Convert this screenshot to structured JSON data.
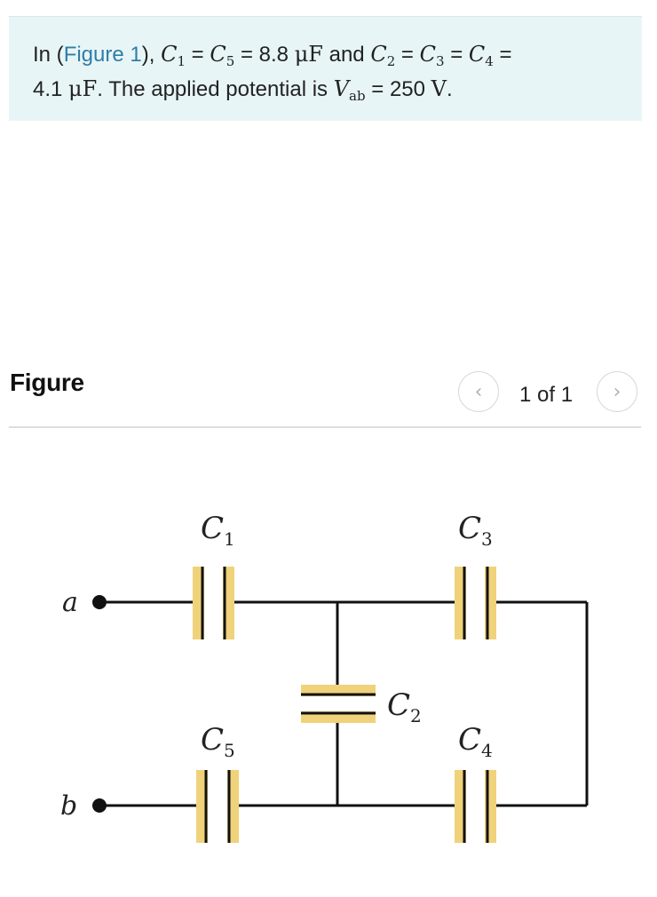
{
  "problem": {
    "prefix": "In (",
    "figure_link": "Figure 1",
    "suffix": "),",
    "c1": "C",
    "c1_sub": "1",
    "eq": "=",
    "c5": "C",
    "c5_sub": "5",
    "cap_value_1": "8.8",
    "unit_uF": "μF",
    "and": "and",
    "c2": "C",
    "c2_sub": "2",
    "c3": "C",
    "c3_sub": "3",
    "c4": "C",
    "c4_sub": "4",
    "cap_value_2": "4.1",
    "sentence_2": ". The applied potential is",
    "v": "V",
    "v_sub": "ab",
    "voltage_value": "250",
    "unit_V": "V",
    "end": "."
  },
  "figure_panel": {
    "heading": "Figure",
    "prev_icon": "‹",
    "next_icon": "›",
    "page_indicator": "1 of 1"
  },
  "circuit_labels": {
    "terminal_a": "a",
    "terminal_b": "b",
    "c1": "C",
    "c1_sub": "1",
    "c2": "C",
    "c2_sub": "2",
    "c3": "C",
    "c3_sub": "3",
    "c4": "C",
    "c4_sub": "4",
    "c5": "C",
    "c5_sub": "5"
  },
  "colors": {
    "panel_background": "#e8f5f7",
    "link": "#2f7ea6",
    "capacitor_plate_fill": "#efd27a",
    "wire": "#111111"
  }
}
